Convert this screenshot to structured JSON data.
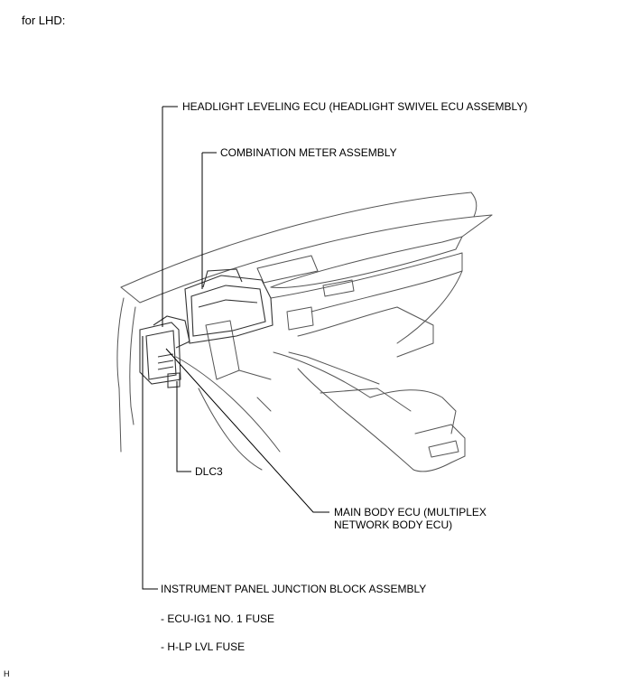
{
  "header": "for LHD:",
  "callouts": {
    "headlight_ecu": "HEADLIGHT LEVELING ECU (HEADLIGHT SWIVEL ECU ASSEMBLY)",
    "combination_meter": "COMBINATION METER ASSEMBLY",
    "dlc3": "DLC3",
    "main_body_ecu_line1": "MAIN BODY ECU (MULTIPLEX",
    "main_body_ecu_line2": "NETWORK BODY ECU)",
    "junction_block": "INSTRUMENT PANEL JUNCTION BLOCK ASSEMBLY"
  },
  "fuses": [
    "- ECU-IG1 NO. 1 FUSE",
    "- H-LP LVL FUSE"
  ],
  "corner_mark": "H"
}
